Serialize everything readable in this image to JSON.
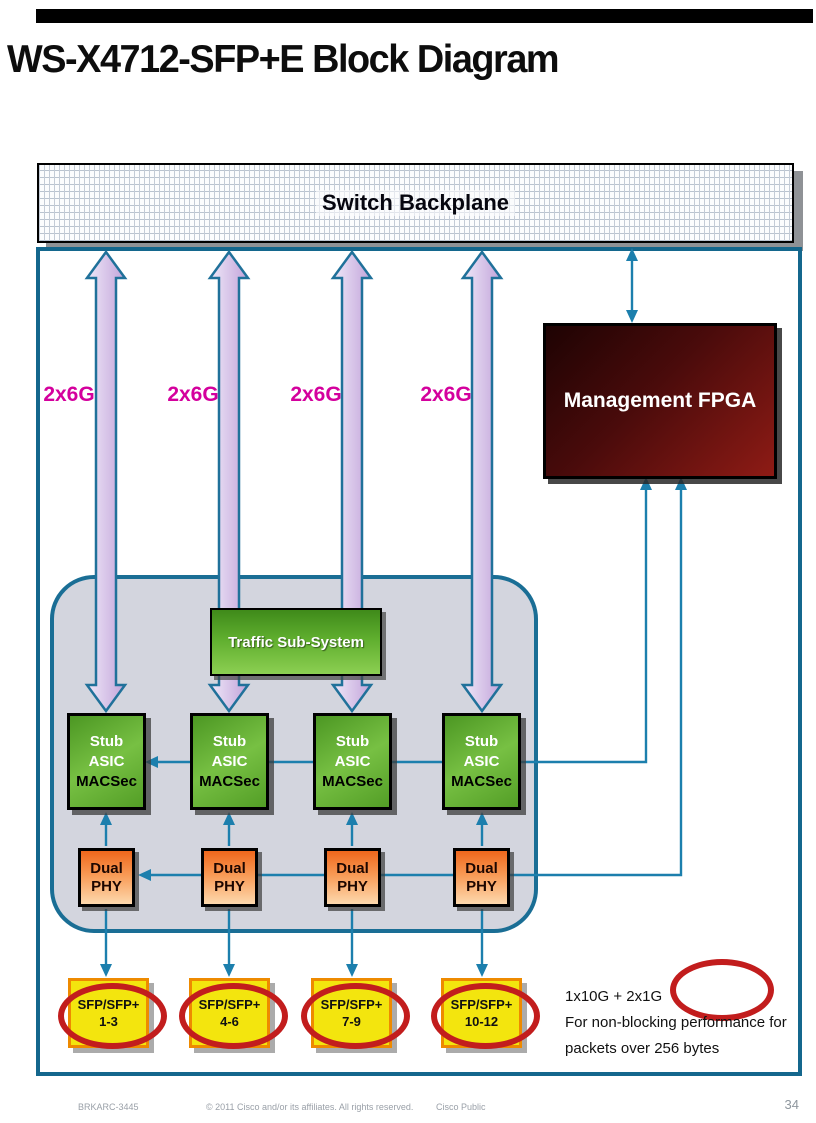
{
  "slide": {
    "title": "WS-X4712-SFP+E Block Diagram"
  },
  "backplane": {
    "label": "Switch Backplane"
  },
  "fpga": {
    "label": "Management FPGA"
  },
  "traffic": {
    "label": "Traffic Sub-System"
  },
  "links": {
    "speed_label": "2x6G"
  },
  "stub": {
    "line1": "Stub",
    "line2": "ASIC",
    "line3": "MACSec"
  },
  "phy": {
    "line1": "Dual",
    "line2": "PHY"
  },
  "sfp": {
    "label": "SFP/SFP+",
    "groups": [
      "1-3",
      "4-6",
      "7-9",
      "10-12"
    ]
  },
  "legend": {
    "line1": "1x10G + 2x1G",
    "line2": "For non-blocking performance for",
    "line3": "packets over 256 bytes"
  },
  "footer": {
    "session": "BRKARC-3445",
    "copyright": "© 2011 Cisco and/or its affiliates. All rights reserved.",
    "classification": "Cisco Public",
    "page": "34"
  },
  "colors": {
    "thin_line": "#1C7FAD",
    "container_border": "#14678D",
    "gray_fill": "#D3D5DE",
    "magenta": "#D4009D",
    "arrow_lavender": "#CFB6E4",
    "green": "#63B233",
    "fpga_dark_red": "#6E1010",
    "phy_orange": "#F06A1D",
    "sfp_yellow": "#F3E50E",
    "oval_red": "#C21D1D"
  }
}
